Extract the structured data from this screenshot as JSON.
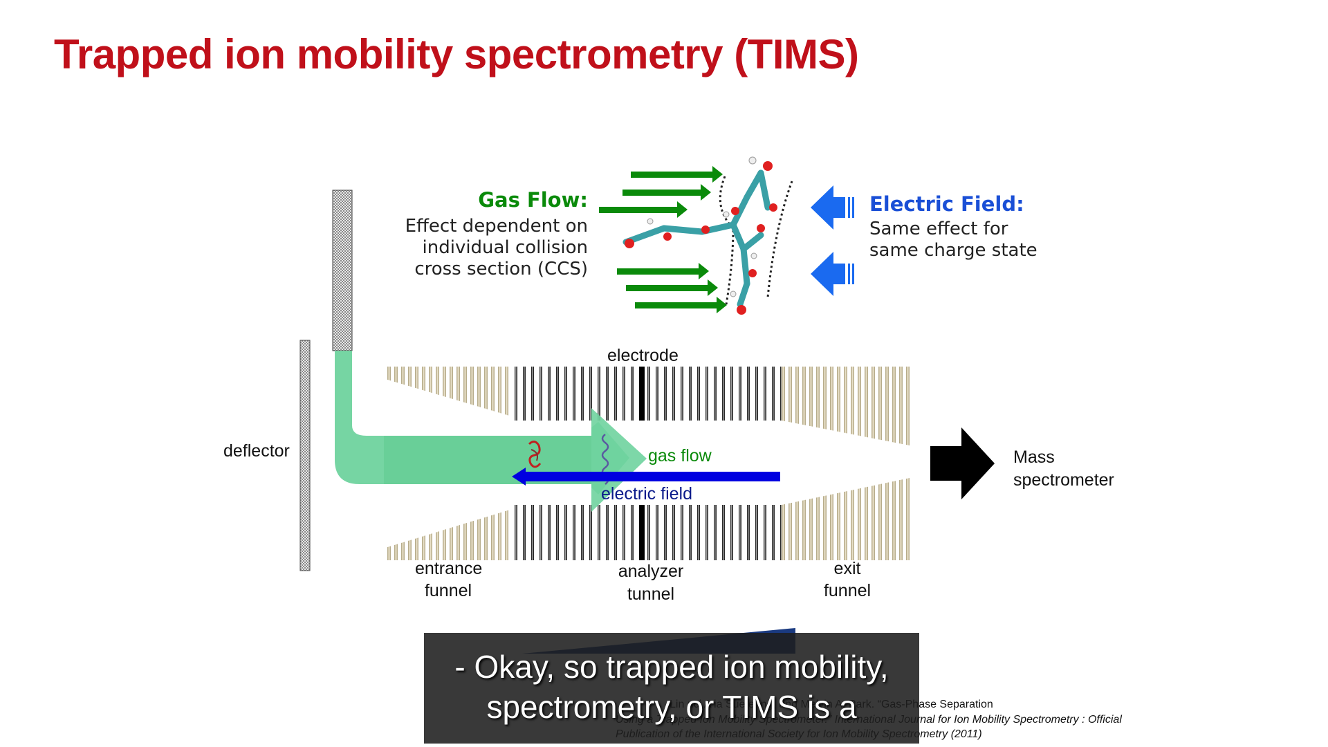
{
  "slide": {
    "title": "Trapped ion mobility spectrometry (TIMS)"
  },
  "inset": {
    "gas_flow_heading": "Gas Flow:",
    "gas_flow_lines": [
      "Effect dependent on",
      "individual collision",
      "cross section (CCS)"
    ],
    "electric_field_heading": "Electric Field:",
    "electric_field_lines": [
      "Same effect for",
      "same charge state"
    ]
  },
  "diagram": {
    "deflector": "deflector",
    "electrode": "electrode",
    "gas_flow": "gas flow",
    "electric_field": "electric field",
    "mass_spectrometer": [
      "Mass",
      "spectrometer"
    ],
    "entrance_funnel": [
      "entrance",
      "funnel"
    ],
    "analyzer_tunnel": [
      "analyzer",
      "tunnel"
    ],
    "exit_funnel": [
      "exit",
      "funnel"
    ]
  },
  "reference": {
    "lines": [
      "Lin   nci          A      ia     Suetering, and Melvin A. Park. “Gas-Phase Separation",
      "Using a Trapped Ion Mobility Spectrometer.”  International Journal for Ion Mobility Spectrometry : Official",
      "Publication of the International Society for Ion Mobility Spectrometry (2011)"
    ]
  },
  "caption": {
    "lines": [
      "- Okay, so trapped ion mobility,",
      "spectrometry, or TIMS is a"
    ]
  },
  "colors": {
    "title": "#c0101a",
    "gas_green": "#0a8a0a",
    "field_blue": "#1a4fd6",
    "flow_fill": "#6fd39e",
    "field_arrow": "#0000e0"
  }
}
